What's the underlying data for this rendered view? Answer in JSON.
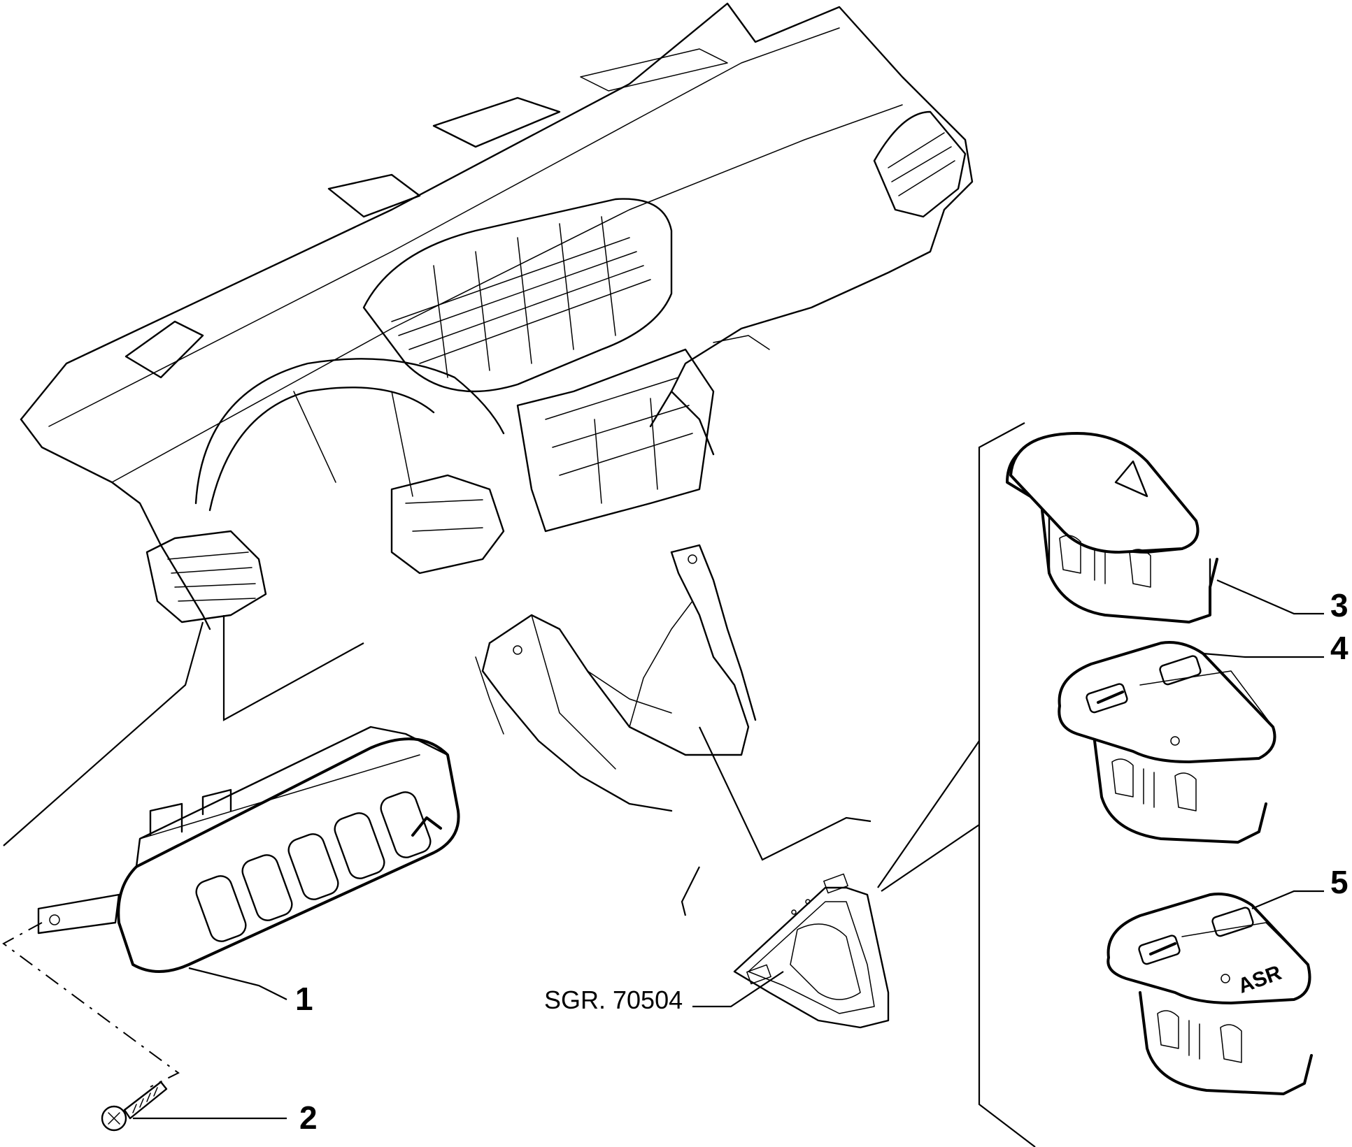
{
  "callouts": [
    {
      "id": "1",
      "label": "1"
    },
    {
      "id": "2",
      "label": "2"
    },
    {
      "id": "3",
      "label": "3"
    },
    {
      "id": "4",
      "label": "4"
    },
    {
      "id": "5",
      "label": "5"
    }
  ],
  "reference": "SGR. 70504",
  "switch_5_marking": "ASR"
}
